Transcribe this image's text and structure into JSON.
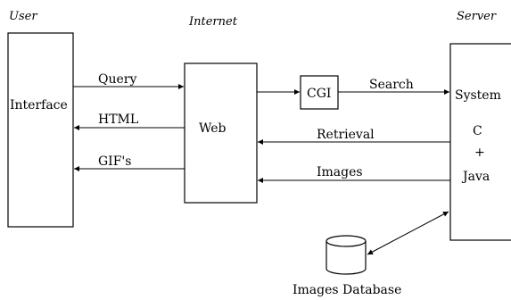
{
  "headers": {
    "user": "User",
    "internet": "Internet",
    "server": "Server"
  },
  "boxes": {
    "interface": "Interface",
    "web": "Web",
    "cgi": "CGI",
    "system": "System",
    "c": "C",
    "plus": "+",
    "java": "Java",
    "database": "Images Database"
  },
  "arrows": {
    "query": "Query",
    "html": "HTML",
    "gifs": "GIF's",
    "search": "Search",
    "retrieval": "Retrieval",
    "images": "Images"
  }
}
